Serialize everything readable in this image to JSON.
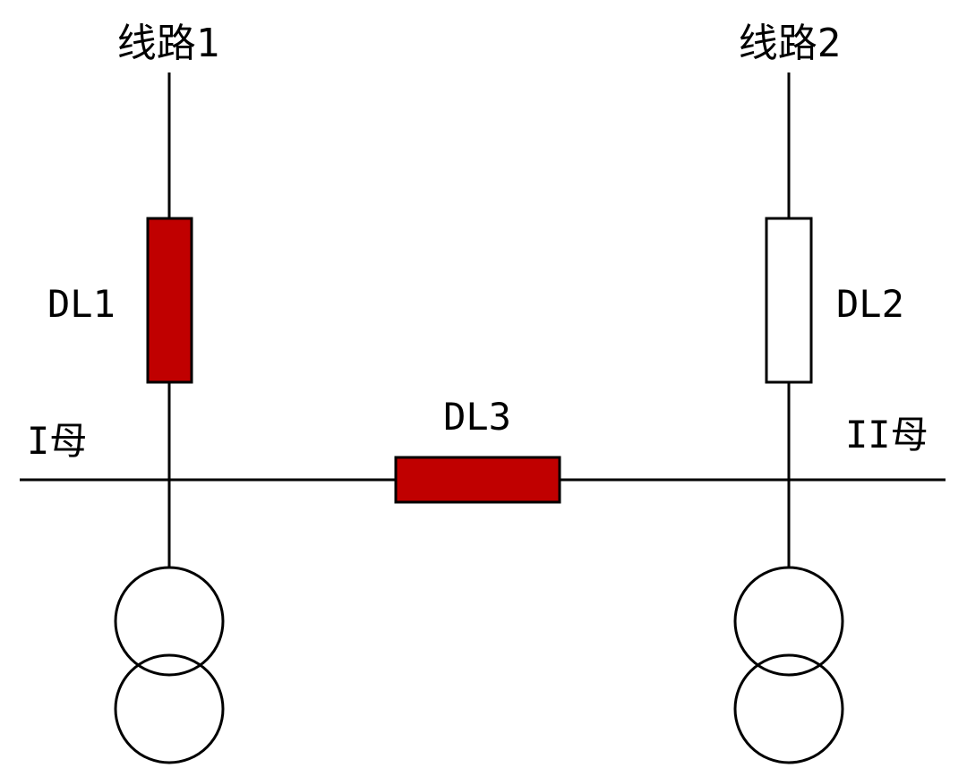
{
  "lines": {
    "line1_label": "线路1",
    "line2_label": "线路2"
  },
  "buses": {
    "bus1_label": "I母",
    "bus2_label": "II母"
  },
  "breakers": {
    "dl1": {
      "label": "DL1",
      "state": "closed",
      "fill": "#c00000"
    },
    "dl2": {
      "label": "DL2",
      "state": "open",
      "fill": "#ffffff"
    },
    "dl3": {
      "label": "DL3",
      "state": "closed",
      "fill": "#c00000"
    }
  },
  "colors": {
    "closed": "#c00000",
    "open": "#ffffff",
    "wire": "#000000"
  }
}
